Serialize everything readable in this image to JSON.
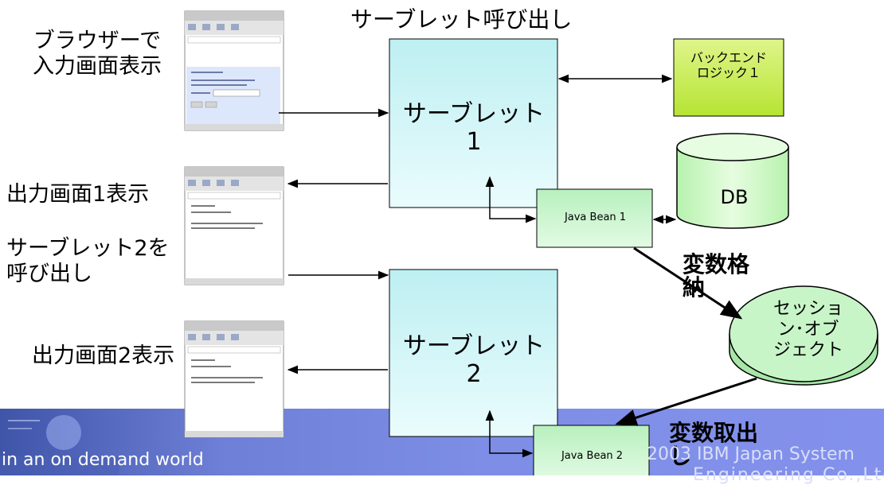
{
  "labels": {
    "browser_input": "ブラウザーで\n入力画面表示",
    "output_screen_1": "出力画面1表示",
    "call_servlet_2": "サーブレット2を\n呼び出し",
    "output_screen_2": "出力画面2表示",
    "servlet_call_header": "サーブレット呼び出し"
  },
  "nodes": {
    "servlet_1": "サーブレット\n1",
    "servlet_2": "サーブレット\n2",
    "backend_logic": "バックエンド\nロジック１",
    "database": "DB",
    "java_bean_1": "Java Bean 1",
    "java_bean_2": "Java Bean 2",
    "session_object": "セッショ\nン･オブ\nジェクト"
  },
  "edge_labels": {
    "store_variable": "変数格\n納",
    "retrieve_variable": "変数取出\nし"
  },
  "footer": {
    "tagline": "in an on demand world",
    "copyright_line1": "2003 IBM Japan System",
    "copyright_line2": "Engineering Co.,Ltd"
  },
  "colors": {
    "servlet_fill": "#c2f1f4",
    "backend_fill": "#c2ec3c",
    "database_fill": "#c6f5bc",
    "bean_fill": "#c0f2c6",
    "session_fill": "#c4f3c4",
    "footer_band": "#7e8ee6"
  }
}
